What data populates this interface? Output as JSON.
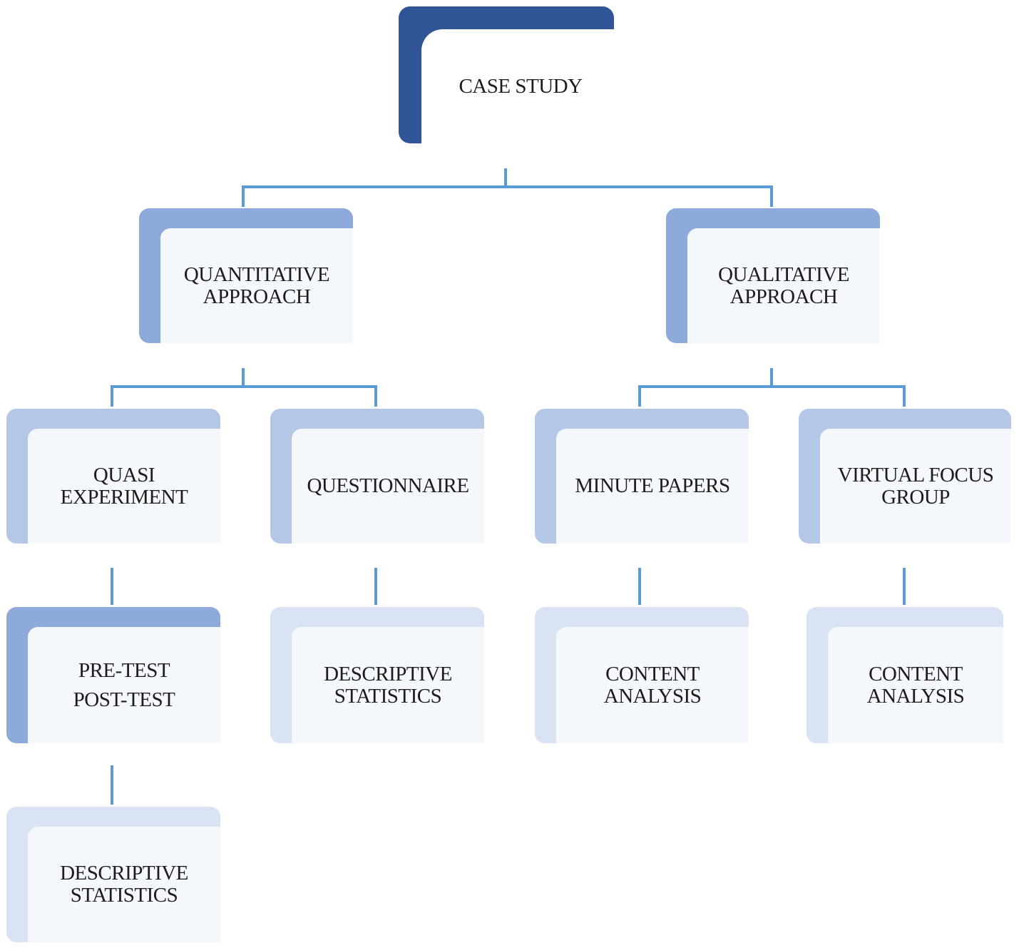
{
  "diagram": {
    "root": {
      "label": "CASE STUDY"
    },
    "quantitative": {
      "label": "QUANTITATIVE\nAPPROACH"
    },
    "qualitative": {
      "label": "QUALITATIVE\nAPPROACH"
    },
    "quasi_experiment": {
      "label": "QUASI\nEXPERIMENT"
    },
    "questionnaire": {
      "label": "QUESTIONNAIRE"
    },
    "minute_papers": {
      "label": "MINUTE PAPERS"
    },
    "virtual_focus_group": {
      "label": "VIRTUAL FOCUS\nGROUP"
    },
    "pre_post_test": {
      "label": "PRE-TEST\nPOST-TEST"
    },
    "questionnaire_stats": {
      "label": "DESCRIPTIVE\nSTATISTICS"
    },
    "minute_papers_analysis": {
      "label": "CONTENT\nANALYSIS"
    },
    "focus_group_analysis": {
      "label": "CONTENT\nANALYSIS"
    },
    "pre_post_stats": {
      "label": "DESCRIPTIVE\nSTATISTICS"
    }
  },
  "colors": {
    "root": "#2f5597",
    "level1": "#8eaadb",
    "level2": "#b4c7e7",
    "level3_light": "#dae3f3",
    "connector": "#5b9bd5",
    "card_face": "#f4f7fb"
  }
}
